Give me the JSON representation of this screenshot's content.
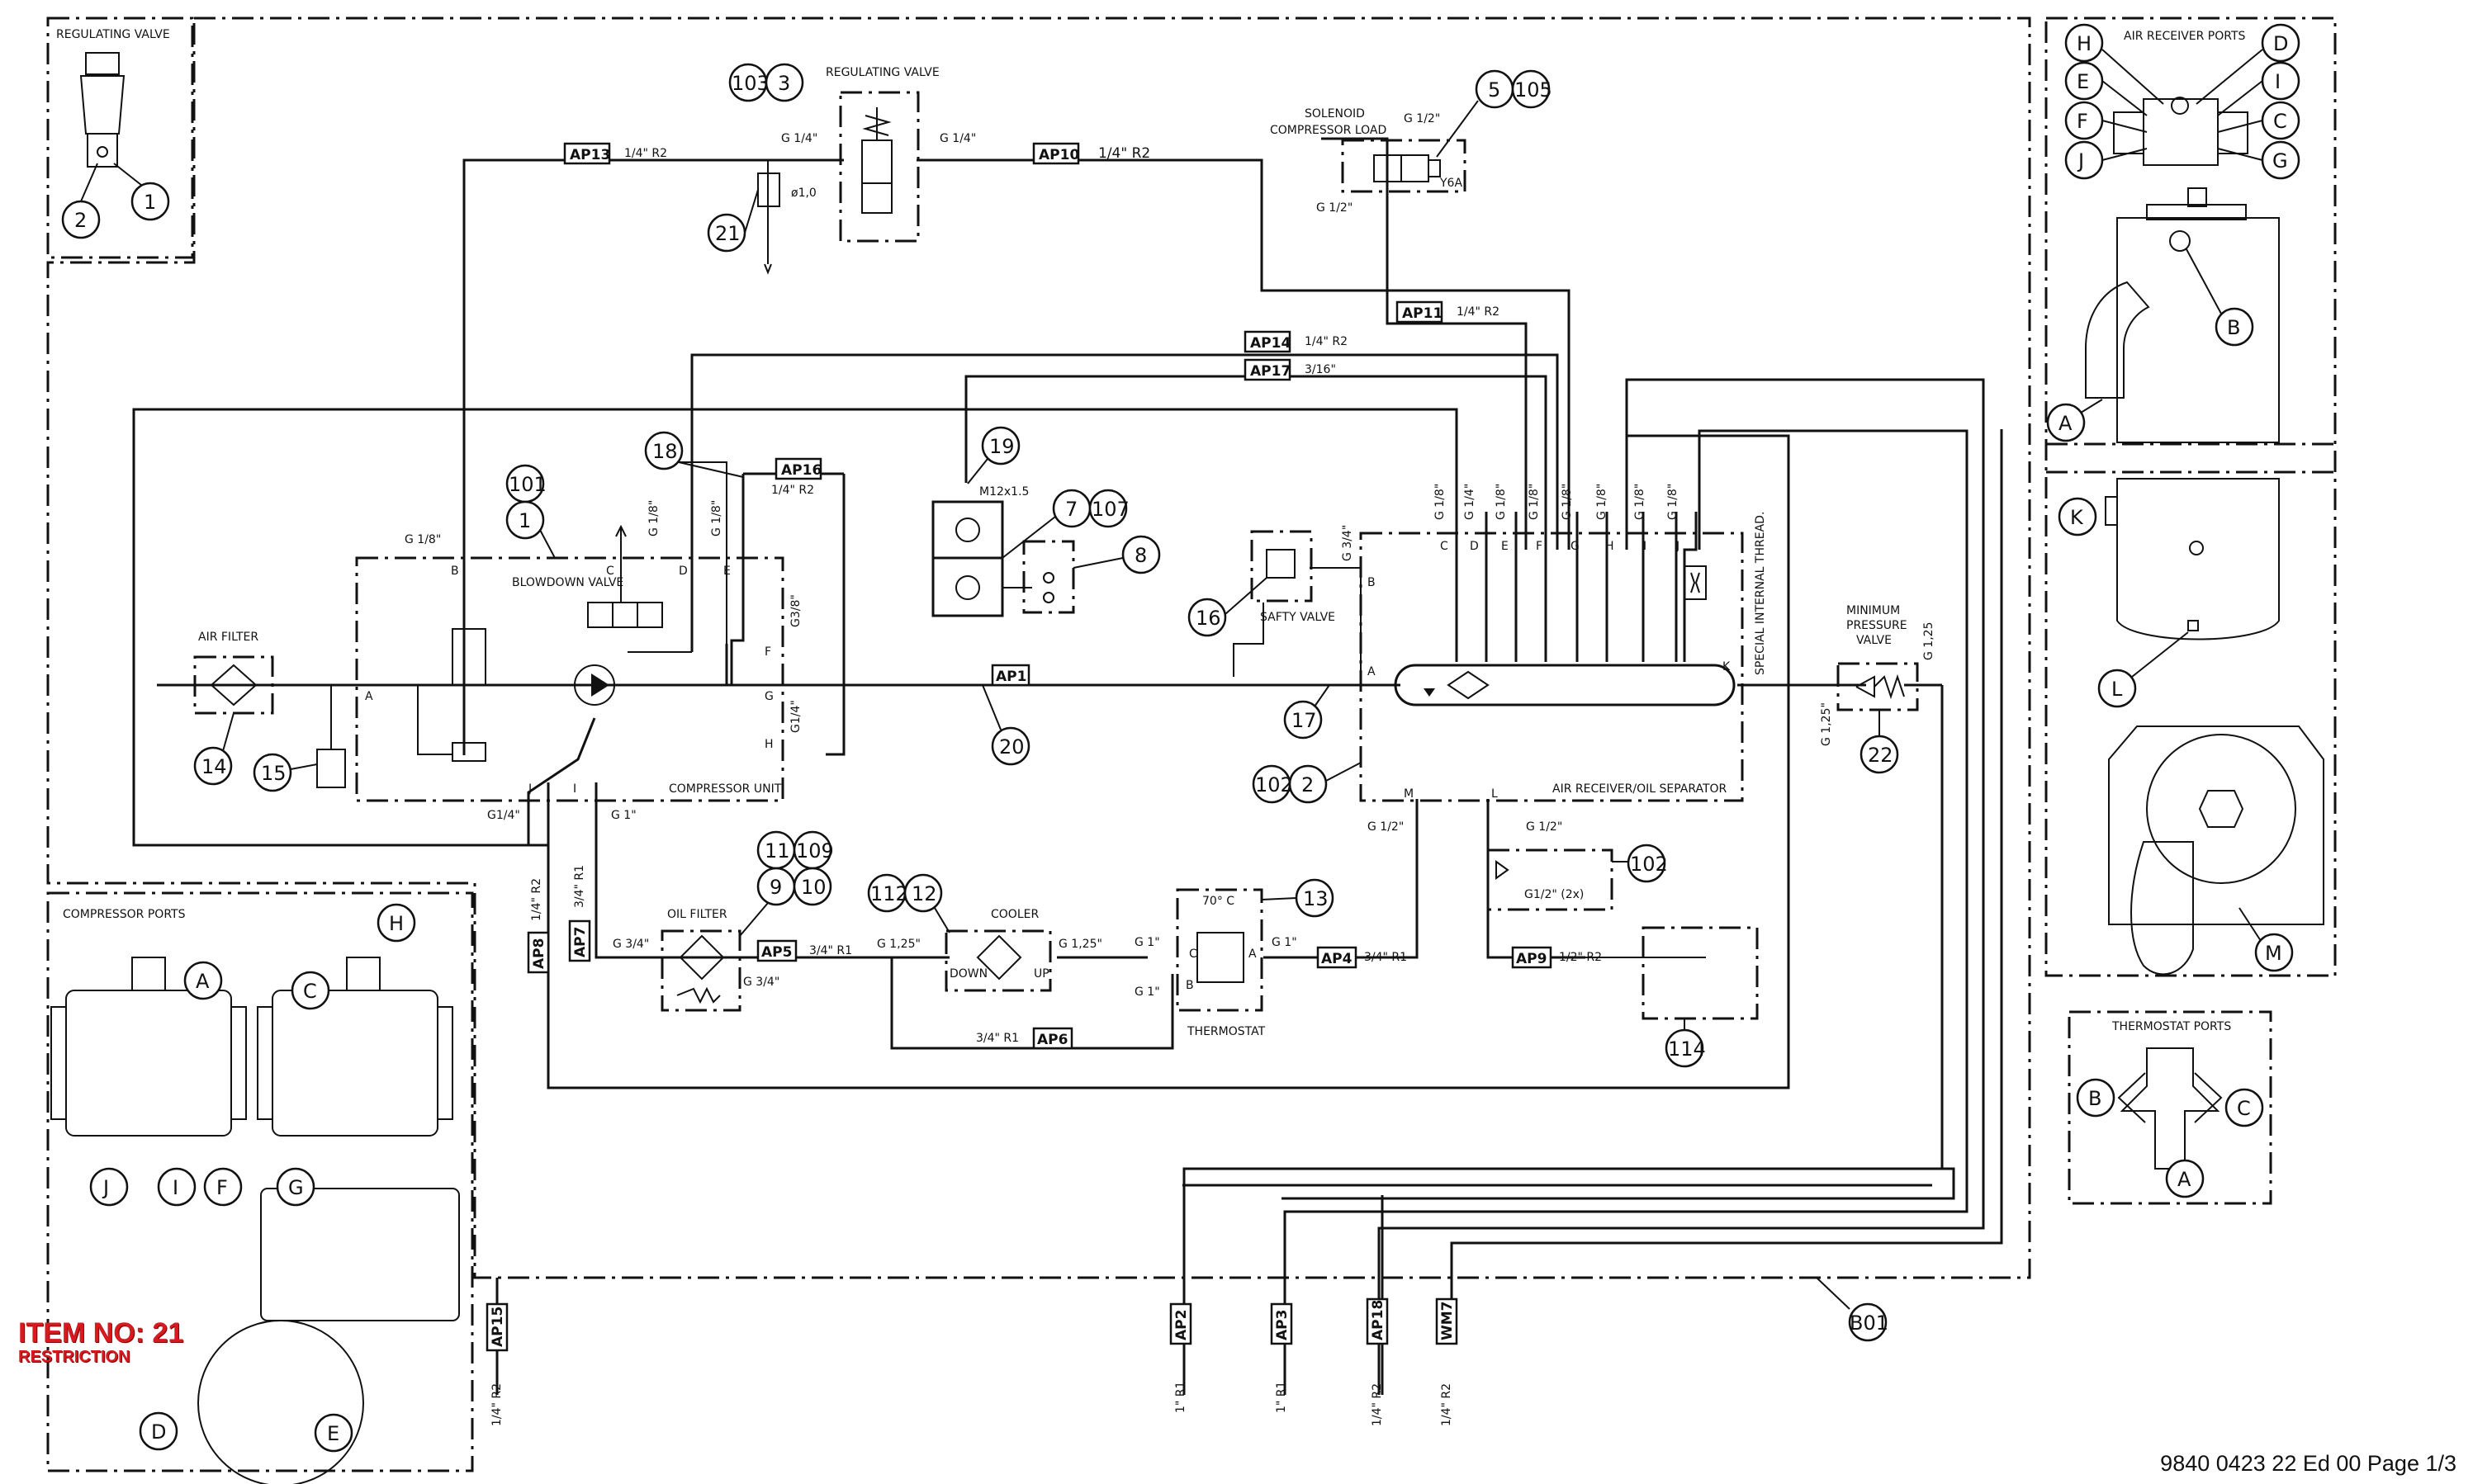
{
  "labels": {
    "regulating_valve_box": "REGULATING VALVE",
    "regulating_valve": "REGULATING VALVE",
    "solenoid": "SOLENOID",
    "compressor_load": "COMPRESSOR LOAD",
    "y6a": "Y6A",
    "air_receiver_ports": "AIR RECEIVER PORTS",
    "blowdown_valve": "BLOWDOWN VALVE",
    "air_filter": "AIR FILTER",
    "compressor_unit": "COMPRESSOR UNIT",
    "safety_valve": "SAFTY VALVE",
    "special_thread": "SPECIAL INTERNAL THREAD.",
    "minimum_pressure_valve_1": "MINIMUM",
    "minimum_pressure_valve_2": "PRESSURE",
    "minimum_pressure_valve_3": "VALVE",
    "air_receiver_oil_sep": "AIR RECEIVER/OIL SEPARATOR",
    "compressor_ports": "COMPRESSOR PORTS",
    "oil_filter": "OIL FILTER",
    "cooler": "COOLER",
    "cooler_down": "DOWN",
    "cooler_up": "UP",
    "thermostat": "THERMOSTAT",
    "thermostat_temp": "70° C",
    "thermostat_ports": "THERMOSTAT PORTS",
    "m12": "M12x1.5",
    "orifice": "ø1,0",
    "two_x": "G1/2\" (2x)"
  },
  "pipe_tags": {
    "ap13": "AP13",
    "ap10": "AP10",
    "ap11": "AP11",
    "ap14": "AP14",
    "ap17": "AP17",
    "ap16": "AP16",
    "ap1": "AP1",
    "ap5": "AP5",
    "ap4": "AP4",
    "ap6": "AP6",
    "ap9": "AP9",
    "ap7": "AP7",
    "ap8": "AP8",
    "ap15": "AP15",
    "ap2": "AP2",
    "ap3": "AP3",
    "ap18": "AP18",
    "wm7": "WM7",
    "b01": "B01"
  },
  "pipe_sizes": {
    "ap13": "1/4\" R2",
    "ap10": "1/4\" R2",
    "ap11": "1/4\" R2",
    "ap14": "1/4\" R2",
    "ap17": "3/16\"",
    "ap16": "1/4\" R2",
    "ap5": "3/4\" R1",
    "ap4": "3/4\" R1",
    "ap6": "3/4\" R1",
    "ap9": "1/2\" R2",
    "ap7": "3/4\" R1",
    "ap8": "1/4\" R2",
    "ap15": "1/4\" R2",
    "ap2": "1\" R1",
    "ap3": "1\" R1",
    "ap18": "1/4\" R2",
    "wm7": "1/4\" R2"
  },
  "port_sizes": {
    "g14": "G 1/4\"",
    "g18": "G 1/8\"",
    "g12": "G 1/2\"",
    "g1": "G 1\"",
    "g125": "G 1,25\"",
    "g34": "G 3/4\"",
    "g38": "G3/8\"",
    "g14b": "G1/4\"",
    "g34b": "G 3/4\"",
    "g14c": "G1/4\"",
    "g1_25": "G 1,25"
  },
  "item_numbers": [
    "103",
    "3",
    "5",
    "105",
    "21",
    "101",
    "1",
    "18",
    "19",
    "7",
    "107",
    "8",
    "16",
    "14",
    "15",
    "20",
    "17",
    "102",
    "2",
    "22",
    "11",
    "109",
    "9",
    "10",
    "112",
    "12",
    "13",
    "114",
    "102"
  ],
  "port_letters": [
    "A",
    "B",
    "C",
    "D",
    "E",
    "F",
    "G",
    "H",
    "I",
    "J",
    "K",
    "L",
    "M"
  ],
  "note": {
    "title": "ITEM NO: 21",
    "subtitle": "RESTRICTION"
  },
  "footer": "9840 0423 22 Ed 00 Page 1/3"
}
